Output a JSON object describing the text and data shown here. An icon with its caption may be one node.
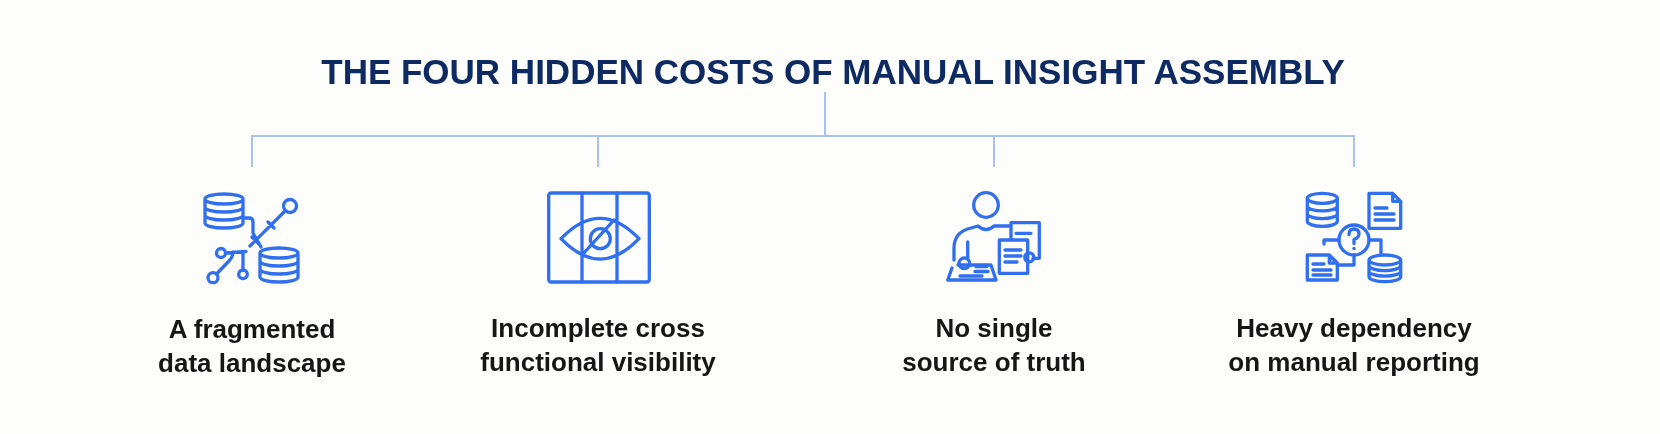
{
  "diagram": {
    "nodes": [
      {
        "text": [
          "THE FOUR HIDDEN COSTS OF MANUAL INSIGHT ASSEMBLY"
        ]
      },
      {
        "text": [
          "A fragmented data landscape"
        ]
      },
      {
        "text": [
          "Incomplete cross functional visibility"
        ]
      },
      {
        "text": [
          "No single source of truth"
        ]
      },
      {
        "text": [
          "Heavy dependency on manual reporting"
        ]
      }
    ],
    "edges": [
      {
        "from": 0,
        "to": 1,
        "arrow": "none"
      },
      {
        "from": 0,
        "to": 2,
        "arrow": "none"
      },
      {
        "from": 0,
        "to": 3,
        "arrow": "none"
      },
      {
        "from": 0,
        "to": 4,
        "arrow": "none"
      }
    ]
  }
}
